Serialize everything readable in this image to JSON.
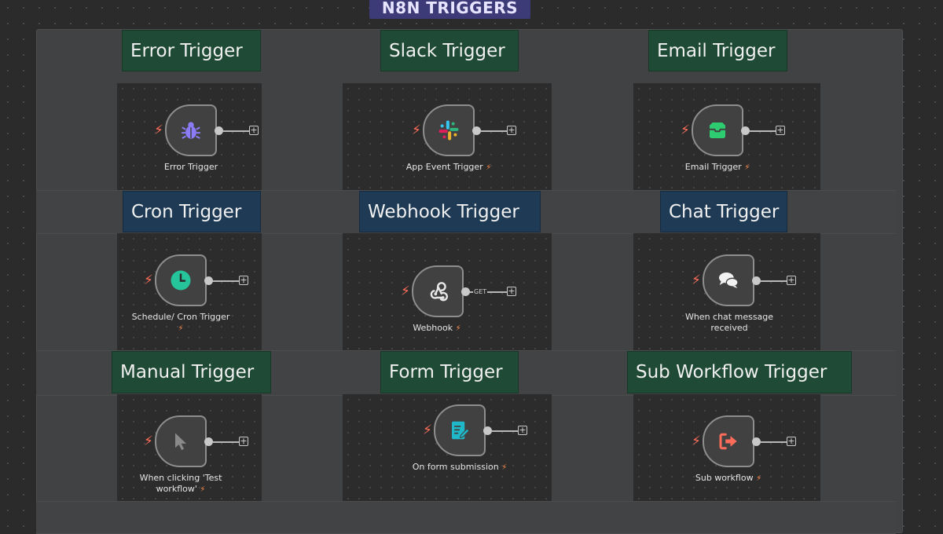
{
  "header": {
    "label": "N8N TRIGGERS"
  },
  "stickies": {
    "error": "Error Trigger",
    "slack": "Slack Trigger",
    "email": "Email Trigger",
    "cron": "Cron Trigger",
    "webhook": "Webhook Trigger",
    "chat": "Chat Trigger",
    "manual": "Manual Trigger",
    "form": "Form Trigger",
    "subworkflow": "Sub Workflow Trigger"
  },
  "nodes": {
    "error": {
      "label": "Error Trigger",
      "icon": "bug-icon",
      "color": "#8b7cf6"
    },
    "slack": {
      "label": "App Event Trigger",
      "icon": "slack-icon"
    },
    "email": {
      "label": "Email Trigger",
      "icon": "inbox-icon",
      "color": "#2ecc71"
    },
    "cron": {
      "label": "Schedule/ Cron Trigger",
      "icon": "clock-icon",
      "color": "#25c49a"
    },
    "webhook": {
      "label": "Webhook",
      "icon": "webhook-icon",
      "method": "GET"
    },
    "chat": {
      "label_line1": "When chat message",
      "label_line2": "received",
      "icon": "chat-icon"
    },
    "manual": {
      "label_line1": "When clicking 'Test",
      "label_line2": "workflow'",
      "icon": "cursor-icon"
    },
    "form": {
      "label": "On form submission",
      "icon": "form-icon",
      "color": "#1fb8c9"
    },
    "subworkflow": {
      "label": "Sub workflow",
      "icon": "sign-in-icon",
      "color": "#ff6d5a"
    }
  },
  "colors": {
    "accent": "#ff6d5a",
    "sticky_green": "#1f4a35",
    "sticky_blue": "#1e3a55",
    "header": "#3d3a78"
  }
}
